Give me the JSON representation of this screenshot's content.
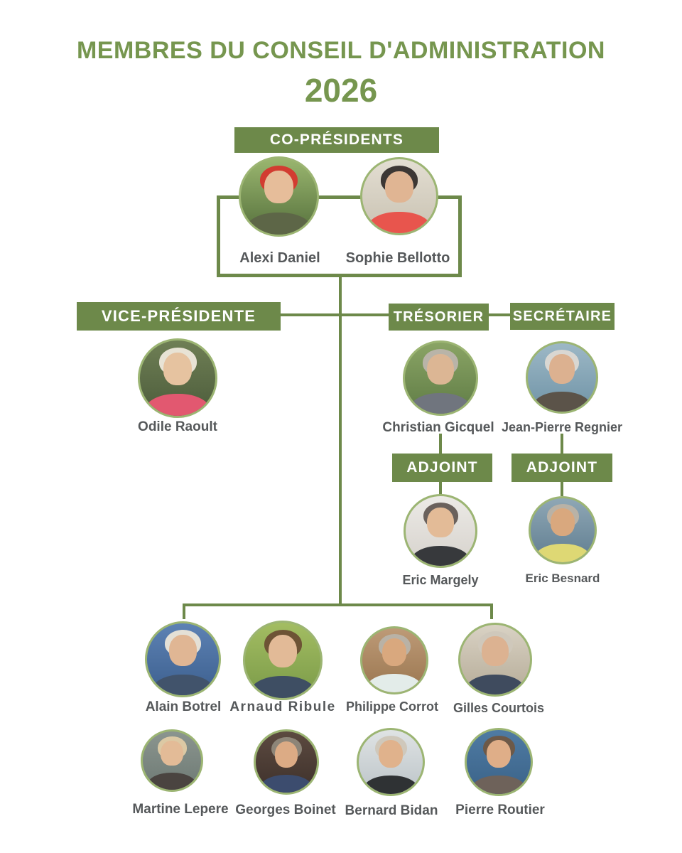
{
  "title": {
    "line1": "MEMBRES DU CONSEIL D'ADMINISTRATION",
    "line2": "2026"
  },
  "theme": {
    "page_bg": "#ffffff",
    "green": "#6d894a",
    "title_green": "#76964f",
    "label_text": "#ffffff",
    "name_color": "#55585a",
    "circle_border": "#9cb573"
  },
  "org": {
    "co_presidents": {
      "label": "CO-PRÉSIDENTS",
      "members": [
        {
          "name": "Alexi Daniel",
          "photo": {
            "bg_top": "#9ab66f",
            "bg_bottom": "#55703c",
            "hair": "#d23c31",
            "shirt": "#5d6647",
            "skin": "#e6bd9a"
          }
        },
        {
          "name": "Sophie Bellotto",
          "photo": {
            "bg_top": "#e3ded2",
            "bg_bottom": "#c9c2b2",
            "hair": "#3c3734",
            "shirt": "#e8554d",
            "skin": "#e0b593"
          }
        }
      ]
    },
    "vice_presidente": {
      "label": "VICE-PRÉSIDENTE",
      "member": {
        "name": "Odile Raoult",
        "photo": {
          "bg_top": "#6f7f55",
          "bg_bottom": "#4c5c3b",
          "hair": "#e8e3d5",
          "shirt": "#e25870",
          "skin": "#e6c3a0"
        }
      }
    },
    "tresorier": {
      "label": "TRÉSORIER",
      "member": {
        "name": "Christian Gicquel",
        "photo": {
          "bg_top": "#8aa465",
          "bg_bottom": "#5f7c45",
          "hair": "#b9b4a8",
          "shirt": "#70757e",
          "skin": "#dcb694"
        }
      },
      "adjoint": {
        "label": "ADJOINT",
        "member": {
          "name": "Eric Margely",
          "photo": {
            "bg_top": "#eceae6",
            "bg_bottom": "#d6d2cc",
            "hair": "#6a615c",
            "shirt": "#37393c",
            "skin": "#e3bb97"
          }
        }
      }
    },
    "secretaire": {
      "label": "SECRÉTAIRE",
      "member": {
        "name": "Jean-Pierre Regnier",
        "photo": {
          "bg_top": "#9db8c6",
          "bg_bottom": "#6f93a6",
          "hair": "#d9d7d2",
          "shirt": "#5b5349",
          "skin": "#dcb190"
        }
      },
      "adjoint": {
        "label": "ADJOINT",
        "member": {
          "name": "Eric Besnard",
          "photo": {
            "bg_top": "#8fa7b5",
            "bg_bottom": "#5f7d90",
            "hair": "#b9b2a6",
            "shirt": "#ded874",
            "skin": "#d9a87e"
          }
        }
      }
    },
    "members": {
      "row1": [
        {
          "name": "Alain Botrel",
          "photo": {
            "bg_top": "#5d82b4",
            "bg_bottom": "#3c5f8e",
            "hair": "#e4e0d6",
            "shirt": "#41536b",
            "skin": "#e0b694"
          }
        },
        {
          "name": "Arnaud Ribule",
          "photo": {
            "bg_top": "#a3bd62",
            "bg_bottom": "#7a9a48",
            "hair": "#6d5335",
            "shirt": "#3e4e63",
            "skin": "#e2ba97"
          }
        },
        {
          "name": "Philippe Corrot",
          "photo": {
            "bg_top": "#bd9a77",
            "bg_bottom": "#9a764f",
            "hair": "#b9b2a6",
            "shirt": "#e3ece9",
            "skin": "#d9a87e"
          }
        },
        {
          "name": "Gilles Courtois",
          "photo": {
            "bg_top": "#d9d2c4",
            "bg_bottom": "#b5ab97",
            "hair": "#cfc8bb",
            "shirt": "#3f4b5e",
            "skin": "#dcb291"
          }
        }
      ],
      "row2": [
        {
          "name": "Martine Lepere",
          "photo": {
            "bg_top": "#8b958f",
            "bg_bottom": "#6e7a74",
            "hair": "#dcc9a4",
            "shirt": "#4a4440",
            "skin": "#e3bb97"
          }
        },
        {
          "name": "Georges Boinet",
          "photo": {
            "bg_top": "#5c4a40",
            "bg_bottom": "#3e312b",
            "hair": "#8d8578",
            "shirt": "#3c4c6e",
            "skin": "#dcab85"
          }
        },
        {
          "name": "Bernard Bidan",
          "photo": {
            "bg_top": "#dfe3e4",
            "bg_bottom": "#bcc4c8",
            "hair": "#cfc8bb",
            "shirt": "#2f3234",
            "skin": "#e0b28c"
          }
        },
        {
          "name": "Pierre Routier",
          "photo": {
            "bg_top": "#4f7ba3",
            "bg_bottom": "#3a6288",
            "hair": "#6d5948",
            "shirt": "#6e625a",
            "skin": "#dfae88"
          }
        }
      ]
    }
  }
}
